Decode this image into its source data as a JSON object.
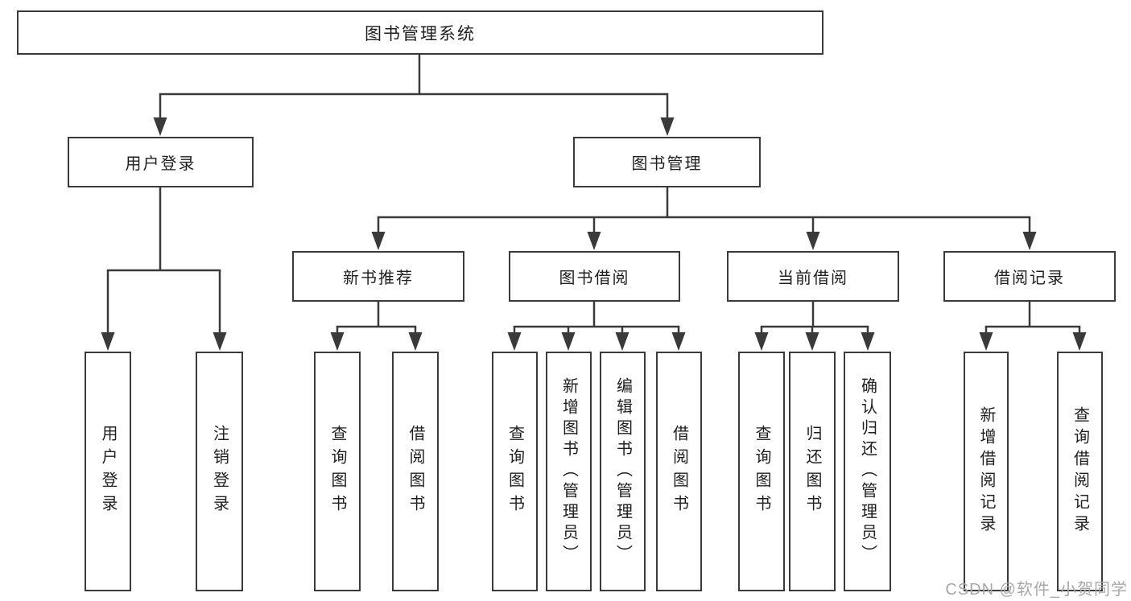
{
  "diagram_title": "图书管理系统",
  "watermark": "CSDN @软件_小贺同学",
  "colors": {
    "line": "#3a3a3a",
    "box_border": "#3a3a3a",
    "box_background": "#ffffff",
    "text": "#1f1f1f",
    "watermark": "#a8a8a8"
  },
  "nodes": {
    "root": {
      "label": "图书管理系统"
    },
    "user_login": {
      "label": "用户登录"
    },
    "book_management": {
      "label": "图书管理"
    },
    "new_book_recommend": {
      "label": "新书推荐"
    },
    "book_borrowing": {
      "label": "图书借阅"
    },
    "current_borrowing": {
      "label": "当前借阅"
    },
    "borrowing_records": {
      "label": "借阅记录"
    },
    "leaves": {
      "user_login_leaf": "用户登录",
      "logout": "注销登录",
      "nb_query_books": "查询图书",
      "nb_borrow_books": "借阅图书",
      "bb_query_books": "查询图书",
      "bb_add_books": "新增图书（管理员）",
      "bb_edit_books": "编辑图书（管理员）",
      "bb_borrow_books": "借阅图书",
      "cb_query_books": "查询图书",
      "cb_return_books": "归还图书",
      "cb_confirm_return": "确认归还（管理员）",
      "br_add_record": "新增借阅记录",
      "br_query_record": "查询借阅记录"
    }
  }
}
